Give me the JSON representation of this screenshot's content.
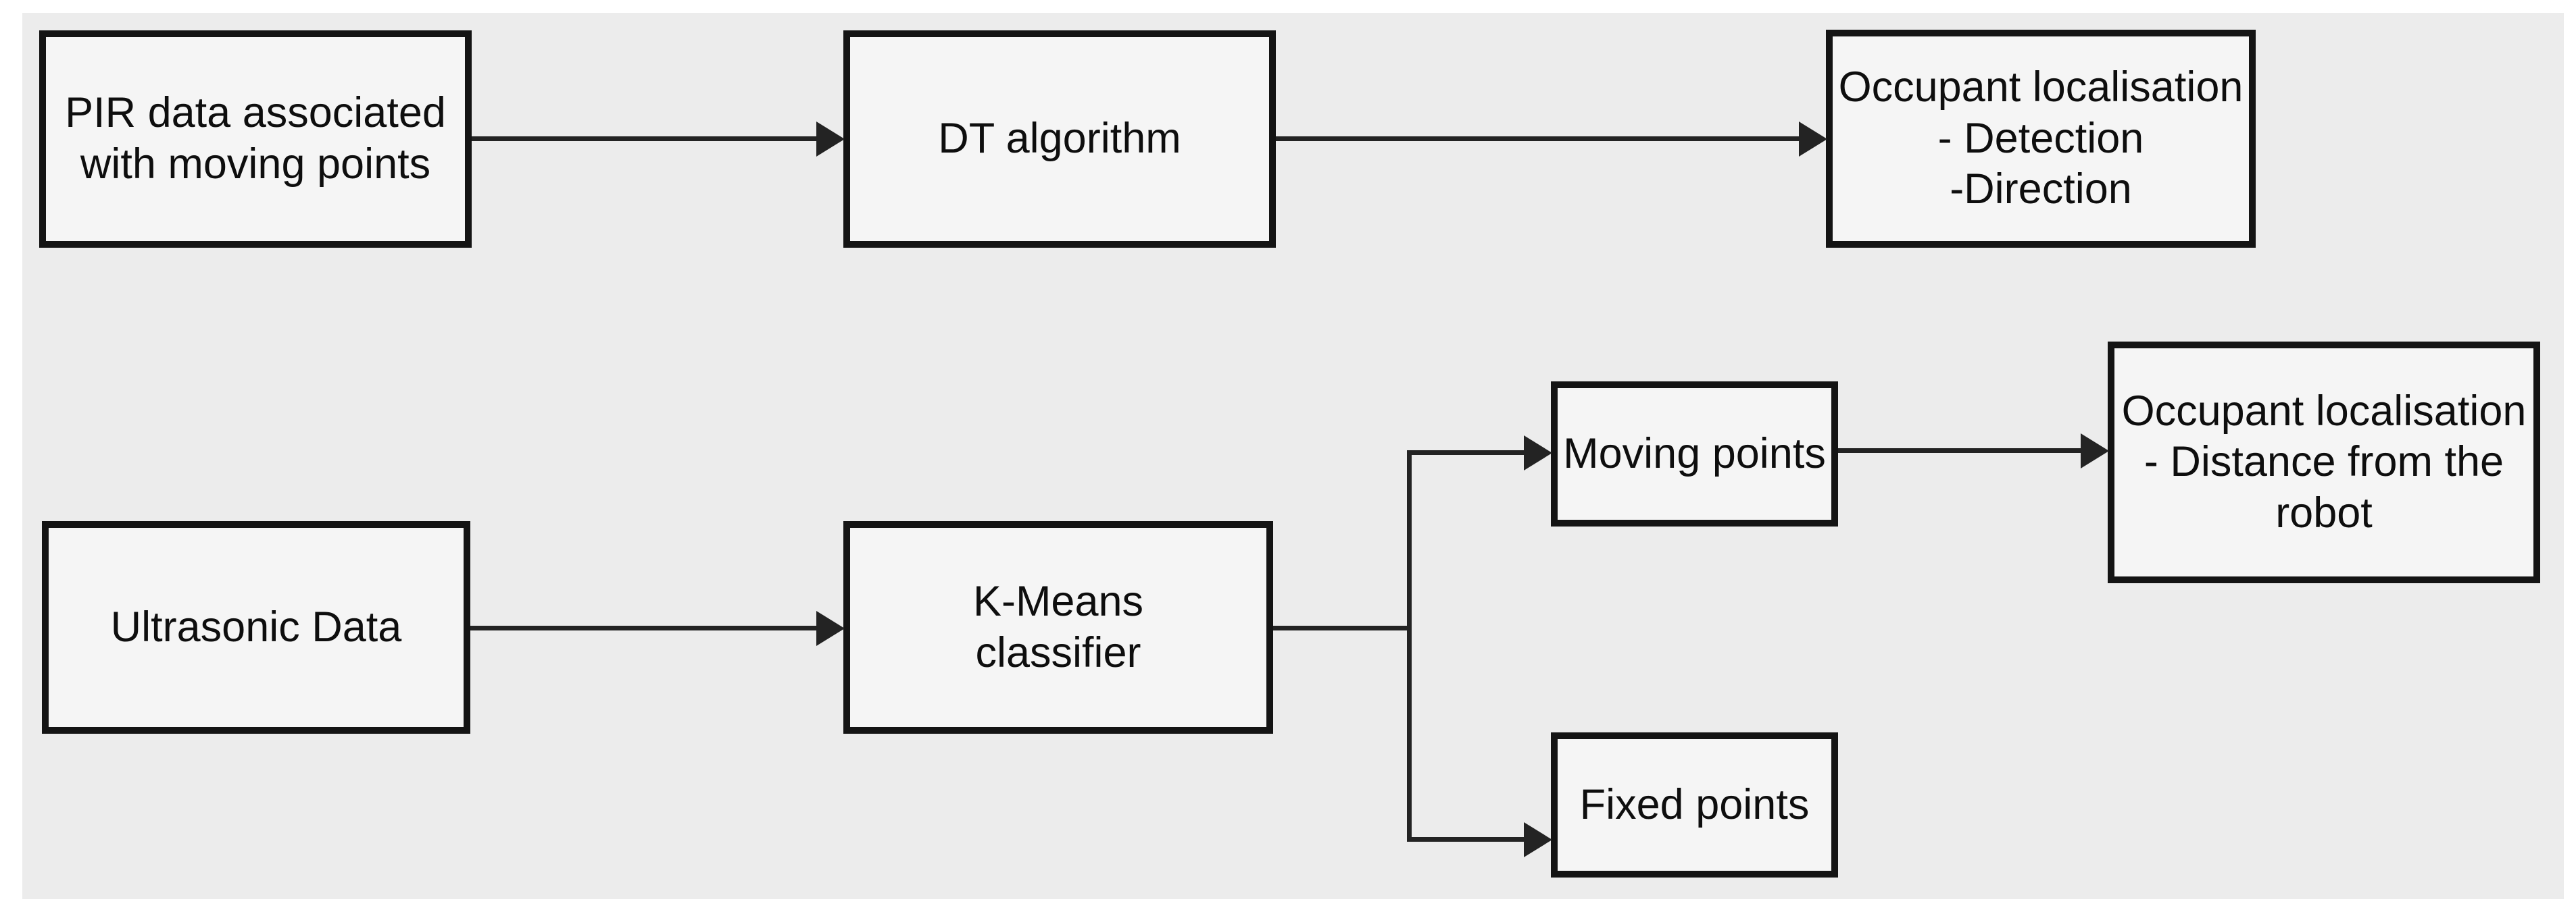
{
  "diagram": {
    "type": "flowchart",
    "colors": {
      "canvas_bg": "#ececec",
      "node_fill": "#f5f5f5",
      "node_border": "#141414",
      "connector": "#232323"
    },
    "nodes": {
      "pir": {
        "lines": [
          "PIR data associated",
          "with moving points"
        ]
      },
      "dt": {
        "lines": [
          "DT algorithm"
        ]
      },
      "occ_top": {
        "lines": [
          "Occupant localisation",
          "- Detection",
          "-Direction"
        ]
      },
      "ultrasonic": {
        "lines": [
          "Ultrasonic Data"
        ]
      },
      "kmeans": {
        "lines": [
          "K-Means",
          "classifier"
        ]
      },
      "moving": {
        "lines": [
          "Moving points"
        ]
      },
      "fixed": {
        "lines": [
          "Fixed points"
        ]
      },
      "occ_right": {
        "lines": [
          "Occupant localisation",
          "- Distance from the",
          "robot"
        ]
      }
    },
    "edges": [
      {
        "from": "pir",
        "to": "dt"
      },
      {
        "from": "dt",
        "to": "occ_top"
      },
      {
        "from": "ultrasonic",
        "to": "kmeans"
      },
      {
        "from": "kmeans",
        "to": "moving"
      },
      {
        "from": "kmeans",
        "to": "fixed"
      },
      {
        "from": "moving",
        "to": "occ_right"
      }
    ]
  }
}
